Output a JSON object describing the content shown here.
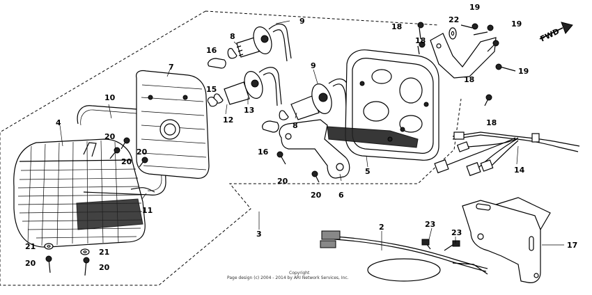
{
  "direction_label": "FWD",
  "copyright": {
    "line1": "Copyright",
    "line2": "Page design (c) 2004 - 2014 by ARI Network Services, Inc."
  },
  "callouts": {
    "c2": "2",
    "c3": "3",
    "c4": "4",
    "c5": "5",
    "c6": "6",
    "c7": "7",
    "c8a": "8",
    "c8b": "8",
    "c9a": "9",
    "c9b": "9",
    "c10": "10",
    "c11": "11",
    "c12": "12",
    "c13": "13",
    "c14": "14",
    "c15": "15",
    "c16a": "16",
    "c16b": "16",
    "c17": "17",
    "c18a": "18",
    "c18b": "18",
    "c18c": "18",
    "c18d": "18",
    "c19a": "19",
    "c19b": "19",
    "c19c": "19",
    "c20a": "20",
    "c20b": "20",
    "c20c": "20",
    "c20d": "20",
    "c20e": "20",
    "c20f": "20",
    "c20g": "20",
    "c21a": "21",
    "c21b": "21",
    "c22": "22",
    "c23a": "23",
    "c23b": "23"
  }
}
